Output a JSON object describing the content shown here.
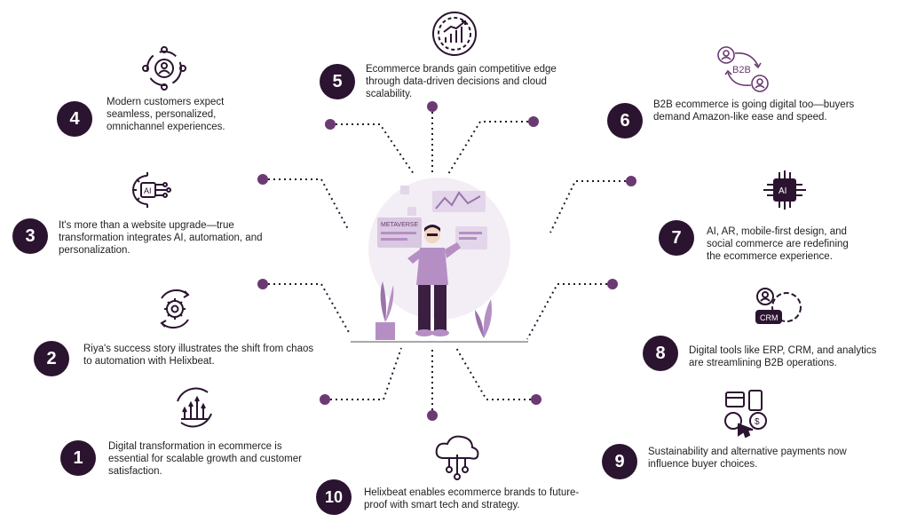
{
  "colors": {
    "badge": "#2b1430",
    "accent": "#6b3a73",
    "figure": "#b58fc4",
    "text": "#222222"
  },
  "items": [
    {
      "number": "1",
      "text": "Digital transformation in ecommerce is essential for scalable growth and customer satisfaction.",
      "icon": "growth-chart-icon"
    },
    {
      "number": "2",
      "text": "Riya's success story illustrates the shift from chaos to automation with Helixbeat.",
      "icon": "automation-gear-icon"
    },
    {
      "number": "3",
      "text": "It's more than a website upgrade—true transformation integrates AI, automation, and personalization.",
      "icon": "ai-gear-icon"
    },
    {
      "number": "4",
      "text": "Modern customers expect seamless, personalized, omnichannel experiences.",
      "icon": "customer-orbit-icon"
    },
    {
      "number": "5",
      "text": "Ecommerce brands gain competitive edge through data-driven decisions and cloud scalability.",
      "icon": "analytics-icon"
    },
    {
      "number": "6",
      "text": "B2B ecommerce is going digital too—buyers demand Amazon-like ease and speed.",
      "icon": "b2b-exchange-icon"
    },
    {
      "number": "7",
      "text": "AI, AR, mobile-first design, and social commerce are redefining the ecommerce experience.",
      "icon": "ai-chip-icon"
    },
    {
      "number": "8",
      "text": "Digital tools like ERP, CRM, and analytics are streamlining B2B operations.",
      "icon": "crm-gear-icon"
    },
    {
      "number": "9",
      "text": "Sustainability and alternative payments now influence buyer choices.",
      "icon": "payments-icon"
    },
    {
      "number": "10",
      "text": "Helixbeat enables ecommerce brands to future-proof with smart tech and strategy.",
      "icon": "cloud-network-icon"
    }
  ],
  "illustration": {
    "panel_label": "METAVERSE",
    "icon": "person-dashboard-illustration"
  },
  "icons": {
    "b2b_label": "B2B",
    "ai_label": "AI",
    "crm_label": "CRM",
    "dollar_label": "$"
  }
}
